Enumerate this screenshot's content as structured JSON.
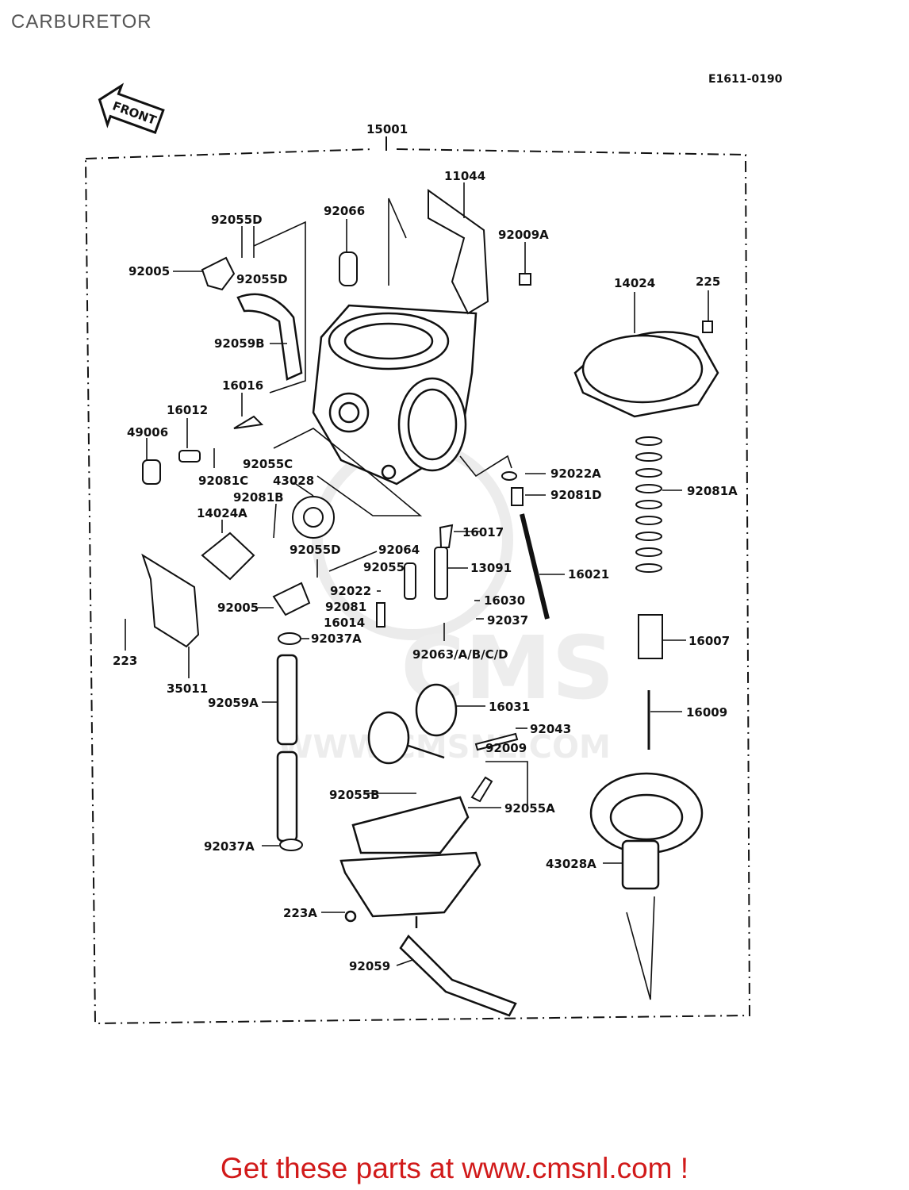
{
  "header": {
    "title": "CARBURETOR",
    "drawing_code": "E1611-0190",
    "front_badge": "FRONT"
  },
  "assembly": {
    "number": "15001"
  },
  "part_labels": [
    "11044",
    "92066",
    "92055D",
    "92009A",
    "92005",
    "92055D",
    "14024",
    "225",
    "92059B",
    "16016",
    "16012",
    "49006",
    "92055C",
    "92081C",
    "43028",
    "92081B",
    "14024A",
    "92022A",
    "92081D",
    "92081A",
    "16017",
    "92055D",
    "92064",
    "92055",
    "13091",
    "16021",
    "92022",
    "92081",
    "16030",
    "92005",
    "16014",
    "92037",
    "92037A",
    "92063/A/B/C/D",
    "16007",
    "223",
    "35011",
    "92059A",
    "16031",
    "16009",
    "92043",
    "92009",
    "92055B",
    "92055A",
    "92037A",
    "43028A",
    "223A",
    "92059"
  ],
  "watermark": {
    "brand": "CMS",
    "site": "WWW.CMSNL.COM"
  },
  "footer": {
    "link_text": "Get these parts at www.cmsnl.com !"
  },
  "colors": {
    "link": "#d11a1a",
    "ink": "#111111",
    "watermark": "#e3e3e3"
  }
}
